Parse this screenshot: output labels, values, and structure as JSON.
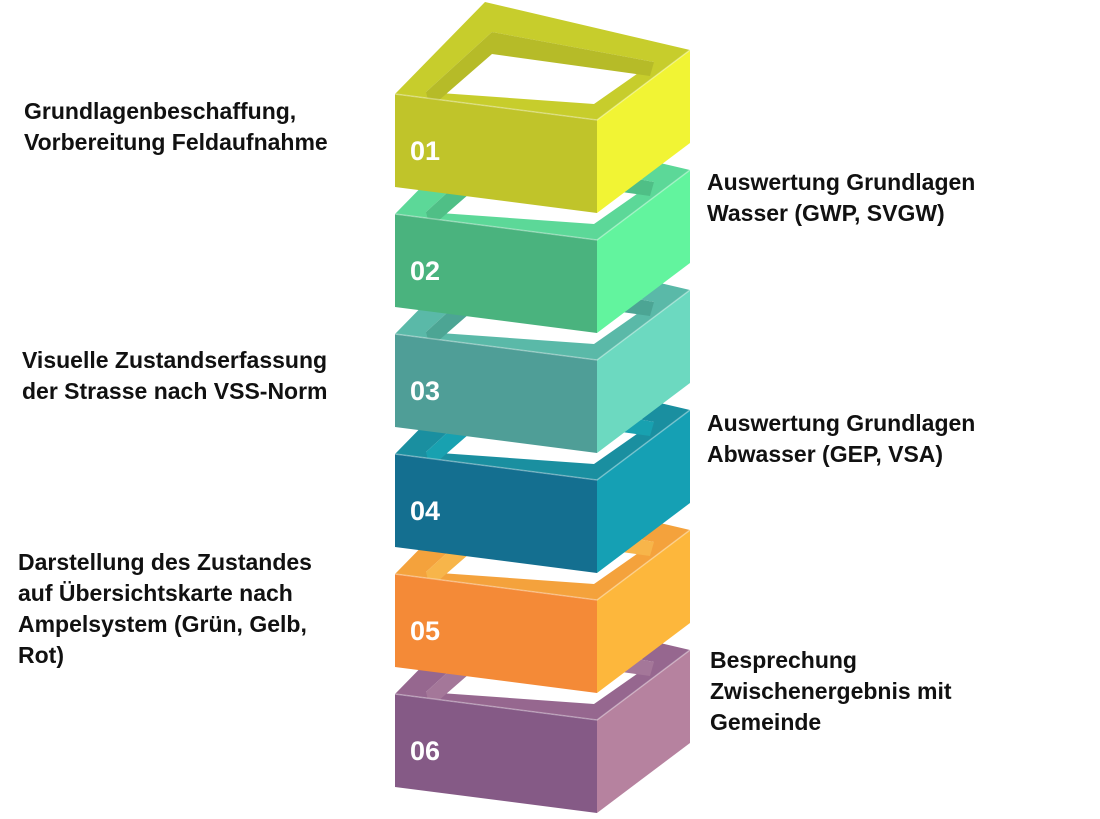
{
  "steps": [
    {
      "number": "01",
      "lines": [
        "Grundlagenbeschaffung,",
        "Vorbereitung Feldaufnahme"
      ],
      "side": "left",
      "colors": {
        "top": "#c7cd2c",
        "inner": "#b6bb28",
        "front": "#c0c42a",
        "right": "#f1f434"
      }
    },
    {
      "number": "02",
      "lines": [
        "Auswertung Grundlagen",
        "Wasser (GWP, SVGW)"
      ],
      "side": "right",
      "colors": {
        "top": "#5cd898",
        "inner": "#4fbf86",
        "front": "#4ab37e",
        "right": "#62f49e"
      }
    },
    {
      "number": "03",
      "lines": [
        "Visuelle Zustandserfassung",
        "der Strasse nach VSS-Norm"
      ],
      "side": "left",
      "colors": {
        "top": "#5ab9a8",
        "inner": "#4ca594",
        "front": "#4f9e97",
        "right": "#6cd9c0"
      }
    },
    {
      "number": "04",
      "lines": [
        "Auswertung Grundlagen",
        "Abwasser (GEP, VSA)"
      ],
      "side": "right",
      "colors": {
        "top": "#1a8fa0",
        "inner": "#18a1b0",
        "front": "#146f90",
        "right": "#15a0b4"
      }
    },
    {
      "number": "05",
      "lines": [
        "Darstellung des Zustandes",
        "auf Übersichtskarte nach",
        "Ampelsystem (Grün, Gelb,",
        "Rot)"
      ],
      "side": "left",
      "colors": {
        "top": "#f4a23c",
        "inner": "#f7b54a",
        "front": "#f48a37",
        "right": "#fdb73c"
      }
    },
    {
      "number": "06",
      "lines": [
        "Besprechung",
        "Zwischenergebnis mit",
        "Gemeinde"
      ],
      "side": "right",
      "colors": {
        "top": "#96678f",
        "inner": "#a47799",
        "front": "#855a86",
        "right": "#b6829f"
      }
    }
  ]
}
